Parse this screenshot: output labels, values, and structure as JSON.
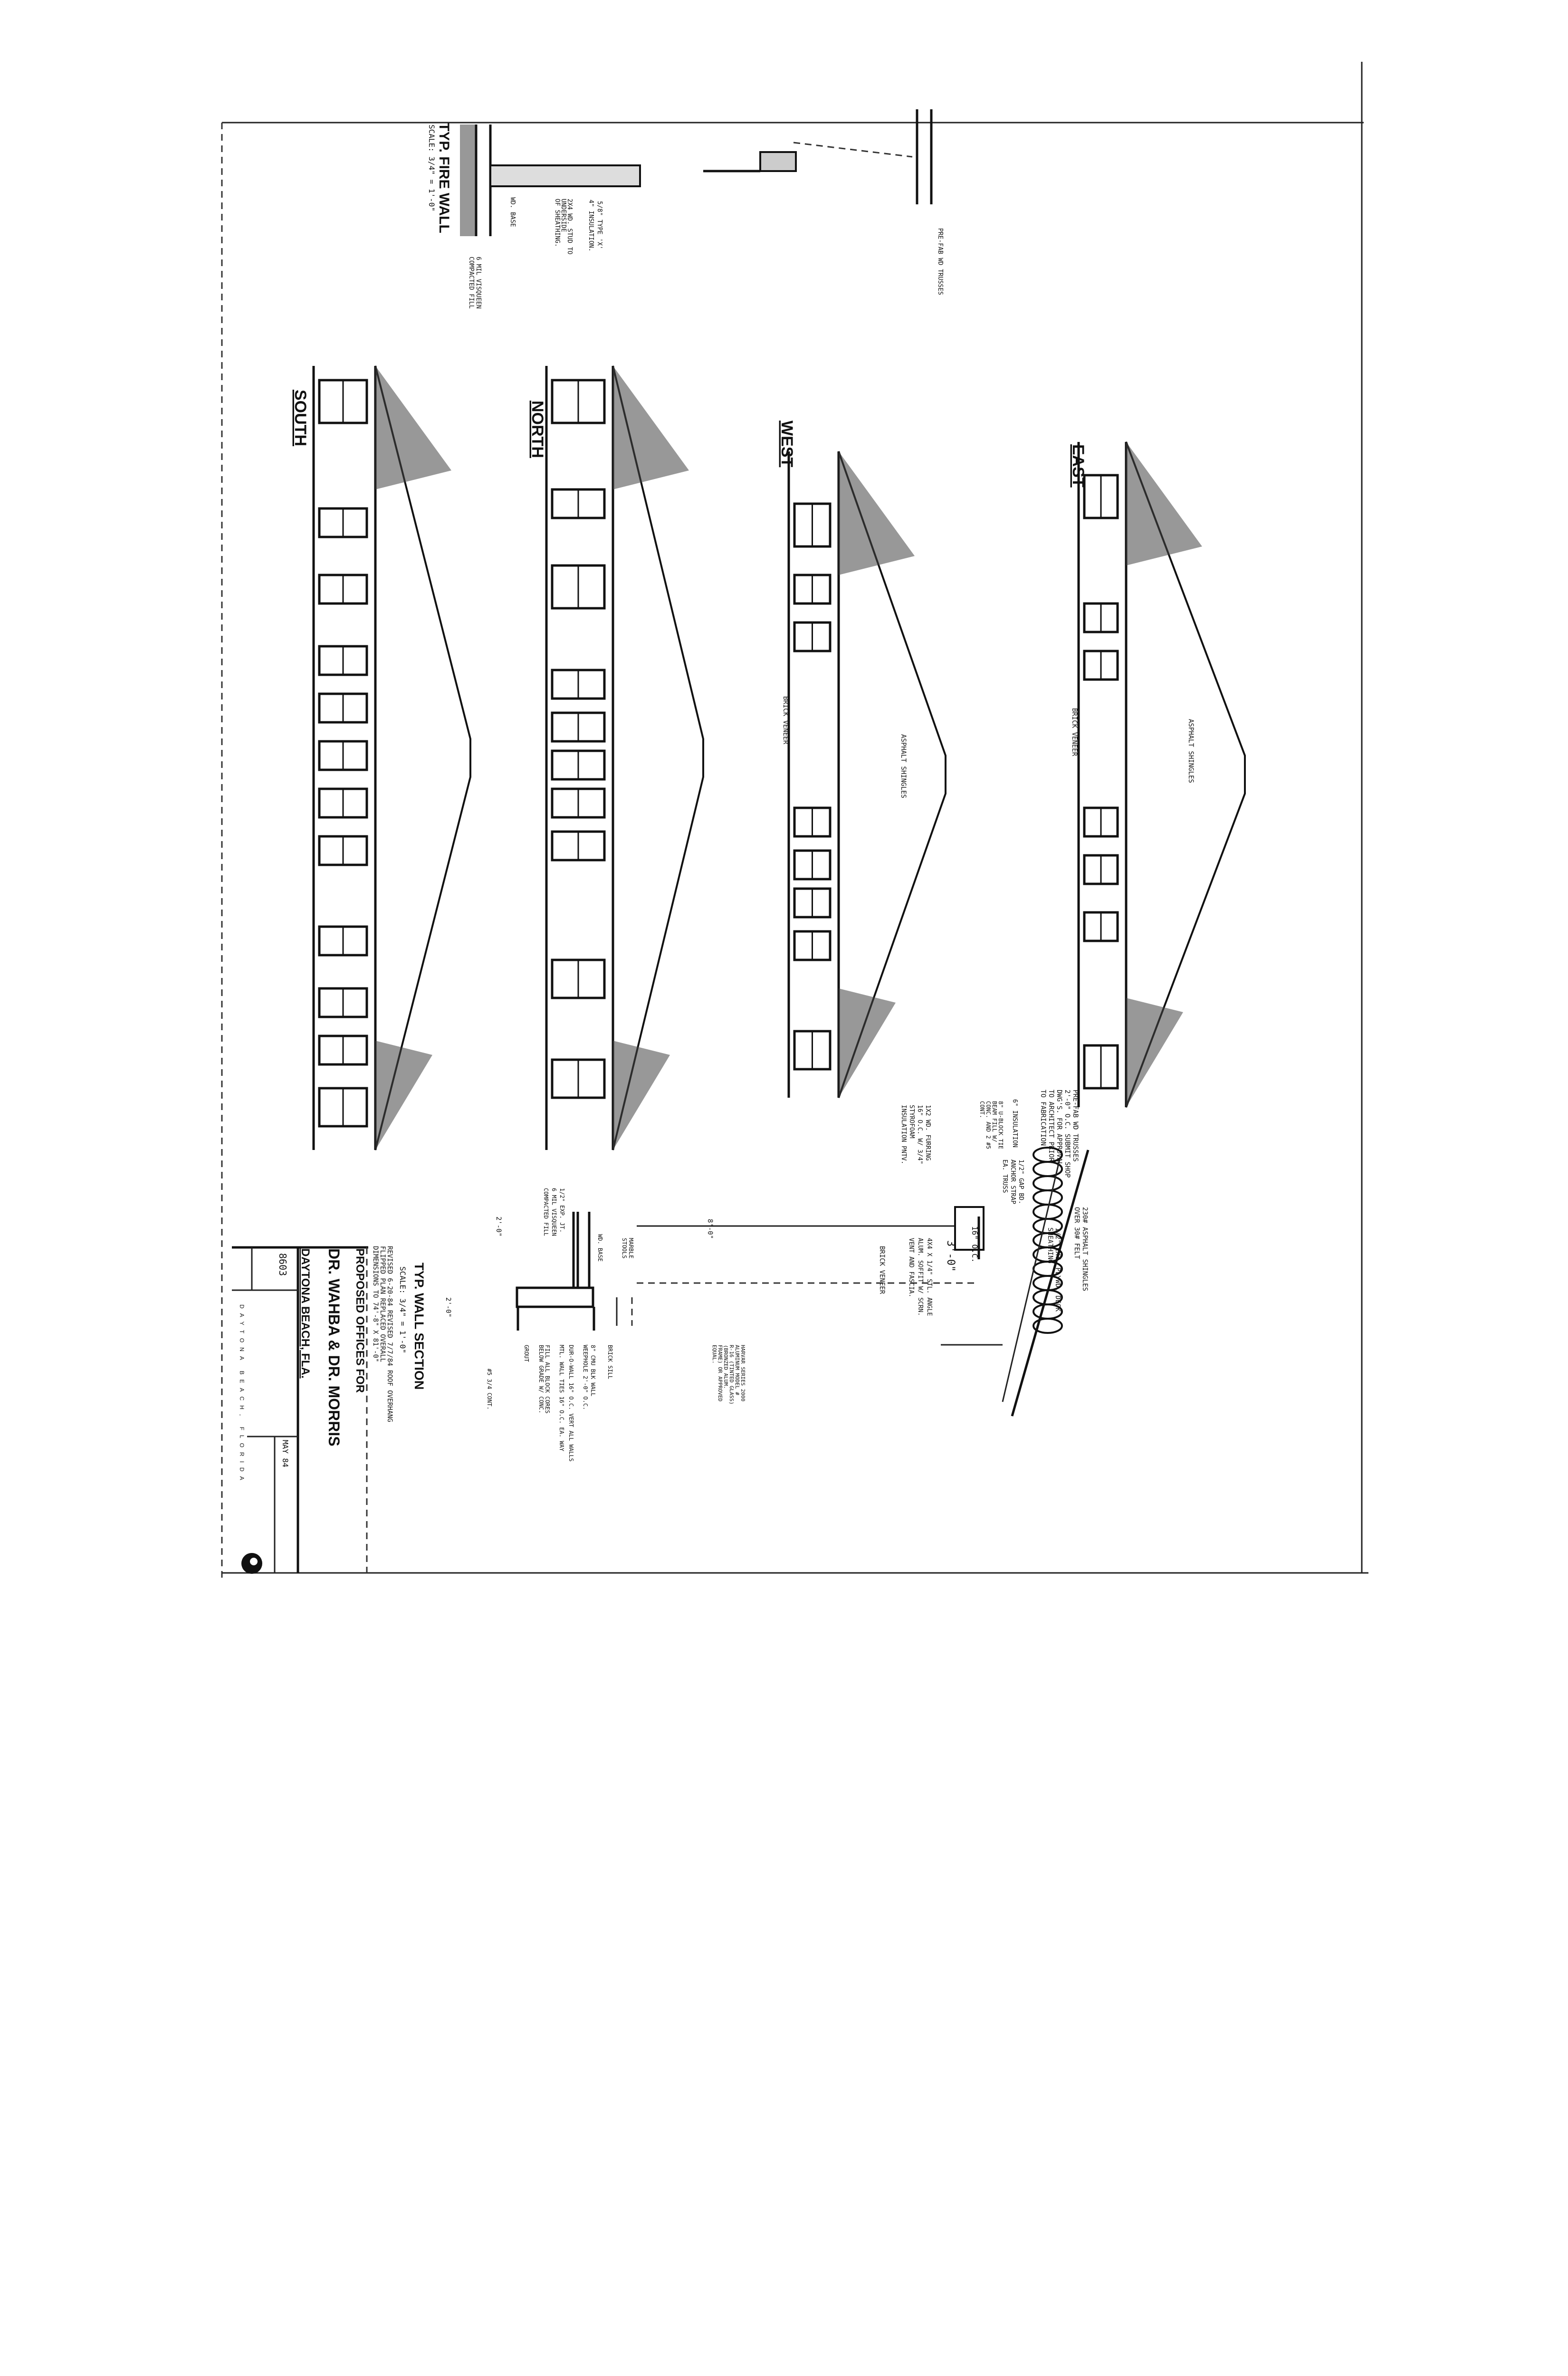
{
  "fire_wall": {
    "title": "TYP. FIRE WALL",
    "scale": "SCALE: 3/4\" = 1'-0\"",
    "notes": [
      "5/8\" TYPE 'X'",
      "4\" INSULATION.",
      "2X4 WD. STUD TO",
      "UNDERSIDE",
      "OF SHEATHING.",
      "WD. BASE",
      "6 MIL VISQUEEN",
      "COMPACTED FILL"
    ],
    "truss_note": "PRE-FAB WD TRUSSES"
  },
  "elevations": [
    {
      "label": "EAST",
      "notes": [
        "ASPHALT SHINGLES",
        "BRICK VENEER"
      ]
    },
    {
      "label": "WEST",
      "notes": [
        "ASPHALT SHINGLES",
        "BRICK VENEER"
      ]
    },
    {
      "label": "NORTH",
      "notes": []
    },
    {
      "label": "SOUTH",
      "notes": []
    }
  ],
  "wall_section": {
    "title": "TYP. WALL SECTION",
    "scale": "SCALE: 3/4\" = 1'-0\"",
    "notes_upper": [
      "PRE-FAB WD TRUSSES",
      "2'-0\" O.C. SUBMIT SHOP",
      "DWG'S. FOR APPROVAL",
      "TO ARCHITECT PRIOR",
      "TO FABRICATION"
    ],
    "insulation": "6\" INSULATION",
    "tie_beam": [
      "8\" U-BLOCK TIE",
      "BEAM FILL W/",
      "CONC. AND 2 #5",
      "CONT."
    ],
    "furring": [
      "1X2 WD. FURRING",
      "16\" O.C. W/ 3/4\"",
      "STYROFOAM",
      "INSULATION PNTV."
    ],
    "anchor": [
      "1/2\" GAP BD.",
      "ANCHOR STRAP",
      "EA. TRUSS"
    ],
    "shingles": [
      "230# ASPHALT SHINGLES",
      "OVER 30# FELT"
    ],
    "deck": [
      "1/2\" EXT. PLYWD. DECK",
      "SHEATHING"
    ],
    "spacing": "16\" O.C.",
    "overhang": "3'-0\"",
    "angle": [
      "4X4 X 1/4\" STL. ANGLE",
      "ALUM. SOFFIT W/ SCRN.",
      "VENT AND FASCIA."
    ],
    "brick_veneer": "BRICK VENEER",
    "window": [
      "HARVAR SERIES 2000",
      "ALUMINUM MODEL #",
      "R-16 (TINTED GLASS)",
      "(BRONZED ALUM.",
      "FRAME) OR APPROVED",
      "EQUAL."
    ],
    "height": "8'-0\"",
    "marble": [
      "MARBLE",
      "STOOLS"
    ],
    "wd_base": "WD. BASE",
    "exp_jt": [
      "1/2\" EXP. JT.",
      "6 MIL VISQUEEN",
      "COMPACTED FILL"
    ],
    "brick_sill": "BRICK SILL",
    "cmu": "8\" CMU BLK WALL",
    "weephole": "WEEPHOLE 2'-0\" O.C.",
    "durowall": "DUR-O-WALL 16\" O.C. VERT ALL WALLS",
    "ties": "MTL. WALL TIES 16\" O.C. EA. WAY",
    "fill": [
      "FILL ALL BLOCK CORES",
      "BELOW GRADE W/ CONC."
    ],
    "grout": "GROUT",
    "dim_top": "2'-0\"",
    "dim_mid": "2'-0\"",
    "rebar": "#5 3/4 CONT."
  },
  "title_block": {
    "revisions": [
      "REVISED 6-20-84 REVISED 7/7/84 ROOF OVERHANG",
      "FLIPPED PLAN REPLACED OVERALL",
      "DIMENSIONS TO 74'-8\" X 81'-0\""
    ],
    "project_line1": "PROPOSED OFFICES FOR",
    "project_line2": "DR. WAHBA & DR. MORRIS",
    "location": "DAYTONA BEACH, FLA.",
    "firm_city": "DAYTONA BEACH, FLORIDA",
    "sheet": "8603",
    "date": "MAY 84"
  }
}
